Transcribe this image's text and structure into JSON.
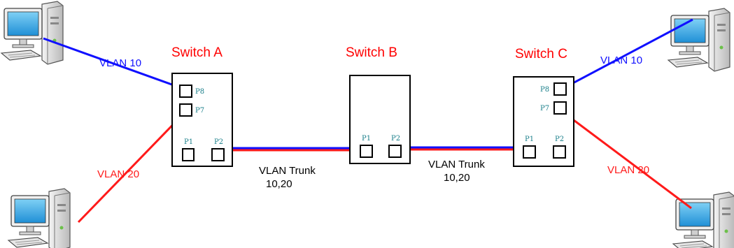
{
  "switches": {
    "a": {
      "title": "Switch A"
    },
    "b": {
      "title": "Switch B"
    },
    "c": {
      "title": "Switch C"
    }
  },
  "ports": {
    "p1": "P1",
    "p2": "P2",
    "p7": "P7",
    "p8": "P8"
  },
  "links": {
    "vlan10_left": "VLAN 10",
    "vlan20_left": "VLAN 20",
    "vlan10_right": "VLAN 10",
    "vlan20_right": "VLAN 20",
    "trunk_ab_line1": "VLAN Trunk",
    "trunk_ab_line2": "10,20",
    "trunk_bc_line1": "VLAN Trunk",
    "trunk_bc_line2": "10,20"
  },
  "colors": {
    "vlan10": "#1010ff",
    "vlan20": "#ff1a1a",
    "title": "#ff0000",
    "port_label": "#1a7f8a"
  },
  "icons": [
    "computer-icon"
  ]
}
